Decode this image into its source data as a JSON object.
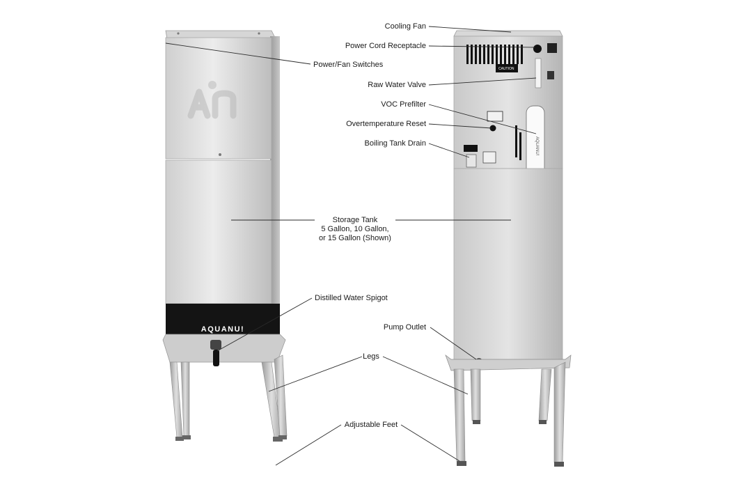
{
  "labels": {
    "cooling_fan": "Cooling Fan",
    "power_cord_receptacle": "Power Cord Receptacle",
    "power_fan_switches": "Power/Fan Switches",
    "raw_water_valve": "Raw Water Valve",
    "voc_prefilter": "VOC Prefilter",
    "overtemperature_reset": "Overtemperature Reset",
    "boiling_tank_drain": "Boiling Tank Drain",
    "storage_tank": [
      "Storage Tank",
      "5 Gallon, 10 Gallon,",
      "or 15 Gallon (Shown)"
    ],
    "distilled_water_spigot": "Distilled Water Spigot",
    "pump_outlet": "Pump Outlet",
    "legs": "Legs",
    "adjustable_feet": "Adjustable Feet"
  },
  "product": {
    "front_logo": "An",
    "brand_name": "AQUANU!",
    "filter_text": "AQUANU!",
    "caution_text": "CAUTION"
  },
  "colors": {
    "steel_light": "#dcdcdc",
    "steel_mid": "#c2c2c2",
    "steel_dark": "#8f8f8f",
    "panel_black": "#141414",
    "leader_line": "#2a2a2a"
  }
}
